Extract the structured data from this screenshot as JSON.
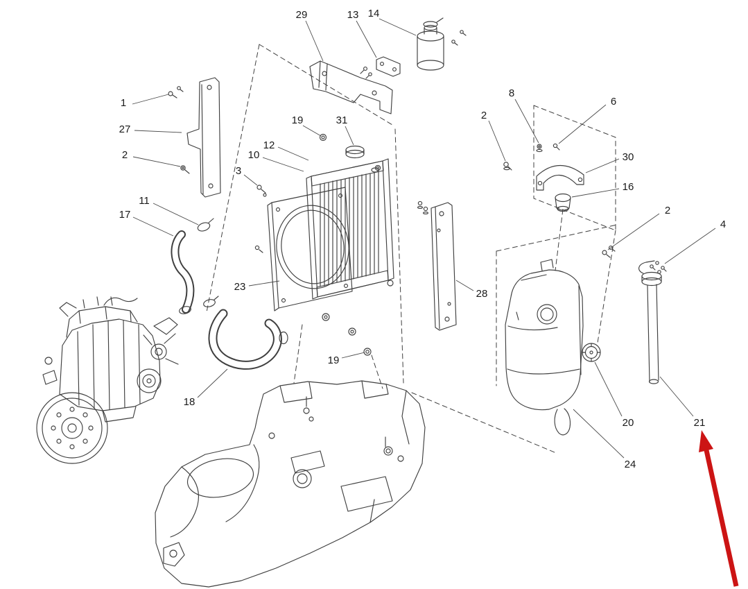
{
  "diagram": {
    "line_color": "#3f3f3f",
    "accent_color": "#cc1414",
    "background": "#ffffff"
  },
  "callouts": [
    {
      "label": "29",
      "target": "upper-support-bracket"
    },
    {
      "label": "13",
      "target": "reservoir-mounting-bracket"
    },
    {
      "label": "14",
      "target": "coolant-recovery-bottle"
    },
    {
      "label": "1",
      "target": "bracket-screws"
    },
    {
      "label": "27",
      "target": "left-mounting-plate"
    },
    {
      "label": "2",
      "target": "screw-left"
    },
    {
      "label": "19",
      "target": "flange-nut-upper"
    },
    {
      "label": "31",
      "target": "radiator-filler-cap"
    },
    {
      "label": "12",
      "target": "radiator"
    },
    {
      "label": "10",
      "target": "radiator-assembly"
    },
    {
      "label": "3",
      "target": "washer-screw"
    },
    {
      "label": "8",
      "target": "screw-right-upper"
    },
    {
      "label": "6",
      "target": "screw-right"
    },
    {
      "label": "2",
      "target": "screw-upper-right"
    },
    {
      "label": "30",
      "target": "support-bracket"
    },
    {
      "label": "16",
      "target": "rubber-buffer"
    },
    {
      "label": "11",
      "target": "hose-clamp"
    },
    {
      "label": "17",
      "target": "upper-radiator-hose"
    },
    {
      "label": "2",
      "target": "tank-screws"
    },
    {
      "label": "4",
      "target": "pipe-screws"
    },
    {
      "label": "23",
      "target": "fan-shroud"
    },
    {
      "label": "28",
      "target": "right-mounting-plate"
    },
    {
      "label": "19",
      "target": "flange-nut-lower"
    },
    {
      "label": "18",
      "target": "lower-radiator-hose"
    },
    {
      "label": "20",
      "target": "tank-cap"
    },
    {
      "label": "21",
      "target": "overflow-pipe"
    },
    {
      "label": "24",
      "target": "expansion-tank"
    }
  ],
  "pointer": {
    "shape": "arrow",
    "color": "#cc1414",
    "points_to_label": "21"
  }
}
